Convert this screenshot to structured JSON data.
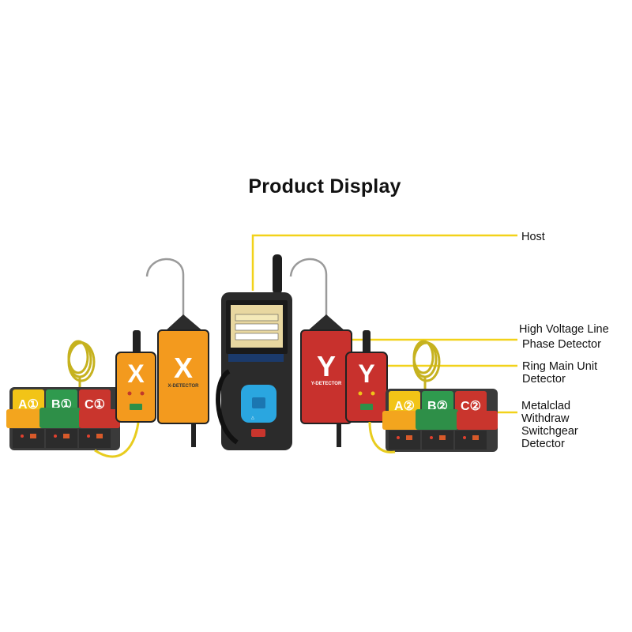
{
  "title": "Product Display",
  "labels": {
    "host": "Host",
    "hv_line1": "High Voltage Line",
    "hv_line2": "Phase Detector",
    "rmu_line1": "Ring Main Unit",
    "rmu_line2": "Detector",
    "mws_line1": "Metalclad",
    "mws_line2": "Withdraw",
    "mws_line3": "Switchgear",
    "mws_line4": "Detector"
  },
  "devices": {
    "x_letter": "X",
    "x_detector_label": "X-DETECTOR",
    "y_letter": "Y",
    "y_detector_label": "Y-DETECTOR",
    "left_sensors": [
      "A①",
      "B①",
      "C①"
    ],
    "right_sensors": [
      "A②",
      "B②",
      "C②"
    ]
  },
  "colors": {
    "leader_line": "#f2d21a",
    "orange": "#f39a1e",
    "red": "#c8312d",
    "yellow_sensor": "#f2c417",
    "green_sensor": "#2f9a4e",
    "red_sensor": "#c9352d",
    "body_dark": "#2b2b2b",
    "keypad_blue": "#2aa6e0"
  }
}
